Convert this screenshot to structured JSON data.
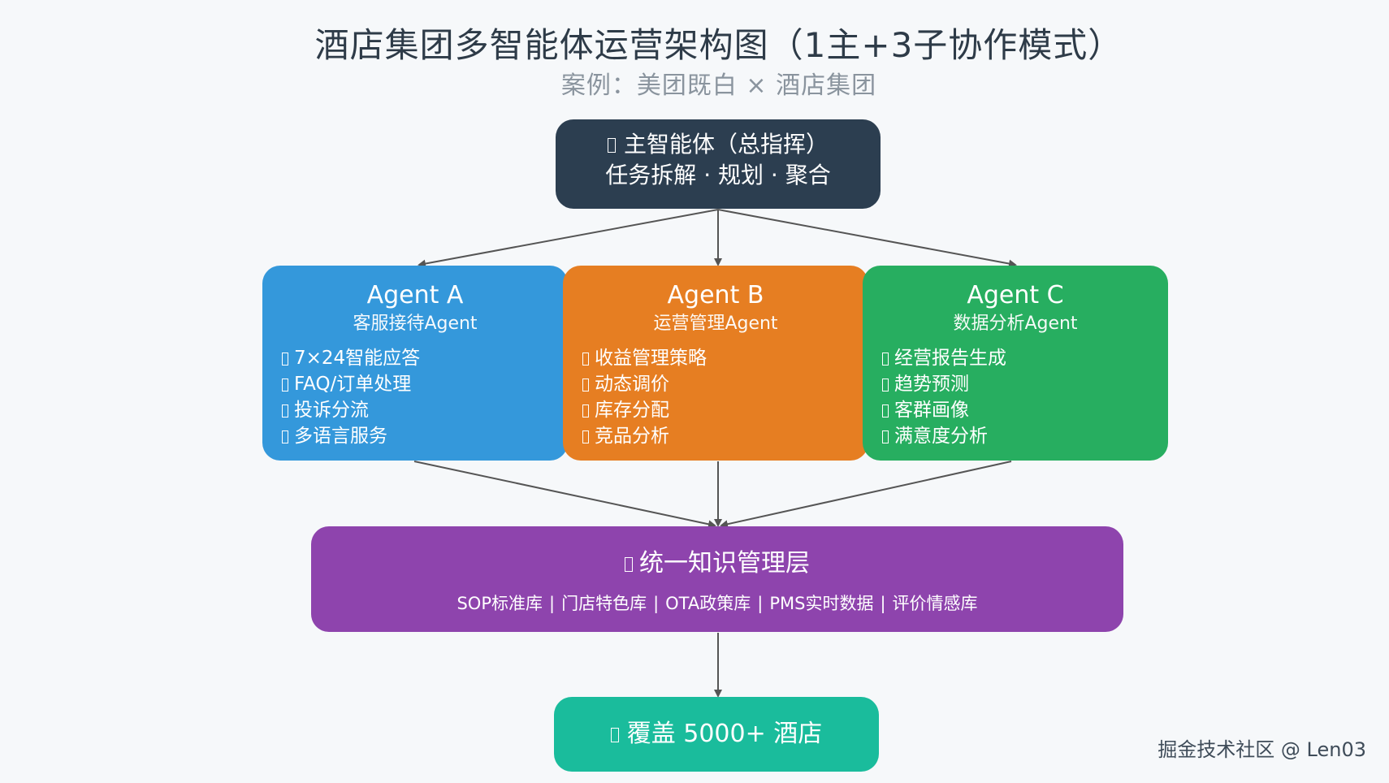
{
  "title": "酒店集团多智能体运营架构图（1主+3子协作模式）",
  "subtitle": "案例：美团既白 × 酒店集团",
  "master": {
    "icon": "unrendered-glyph-icon",
    "line1": "主智能体（总指挥）",
    "line2": "任务拆解 · 规划 · 聚合",
    "color": "#2c3e50"
  },
  "agents": [
    {
      "name": "Agent A",
      "role": "客服接待Agent",
      "color": "#3498db",
      "items": [
        "7×24智能应答",
        "FAQ/订单处理",
        "投诉分流",
        "多语言服务"
      ]
    },
    {
      "name": "Agent B",
      "role": "运营管理Agent",
      "color": "#e67e22",
      "items": [
        "收益管理策略",
        "动态调价",
        "库存分配",
        "竞品分析"
      ]
    },
    {
      "name": "Agent C",
      "role": "数据分析Agent",
      "color": "#27ae60",
      "items": [
        "经营报告生成",
        "趋势预测",
        "客群画像",
        "满意度分析"
      ]
    }
  ],
  "knowledge": {
    "title": "统一知识管理层",
    "color": "#8e44ad",
    "items": [
      "SOP标准库",
      "门店特色库",
      "OTA政策库",
      "PMS实时数据",
      "评价情感库"
    ],
    "separator": "|"
  },
  "coverage": {
    "label": "覆盖 5000+ 酒店",
    "color": "#1abc9c"
  },
  "watermark": "掘金技术社区 @ Len03"
}
